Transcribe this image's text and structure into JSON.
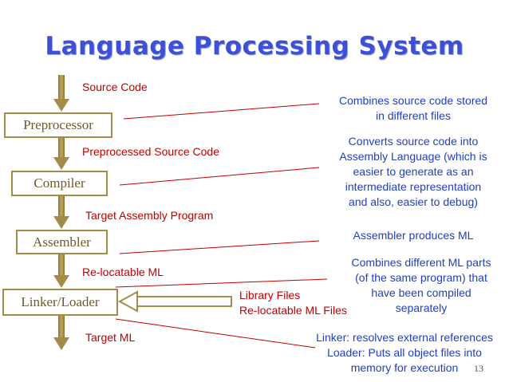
{
  "title": "Language Processing System",
  "stages": [
    "Preprocessor",
    "Compiler",
    "Assembler",
    "Linker/Loader"
  ],
  "flow_labels": [
    "Source Code",
    "Preprocessed Source Code",
    "Target Assembly Program",
    "Re-locatable ML",
    "Target ML"
  ],
  "library_input": [
    "Library Files",
    "Re-locatable ML Files"
  ],
  "notes": [
    [
      "Combines source code stored",
      "in different files"
    ],
    [
      "Converts source code into",
      "Assembly Language (which is",
      "easier to generate as an",
      "intermediate representation",
      "and also, easier to debug)"
    ],
    [
      "Assembler produces ML"
    ],
    [
      "Combines different ML parts",
      "(of the same program) that",
      "have been compiled",
      "separately"
    ],
    [
      "Linker: resolves external references",
      "Loader: Puts all object files into",
      "memory for execution"
    ]
  ],
  "page_number": "13",
  "colors": {
    "title": "#3d50d6",
    "arrow": "#a38c4a",
    "label": "#c00000",
    "note": "#1f3fbf"
  }
}
